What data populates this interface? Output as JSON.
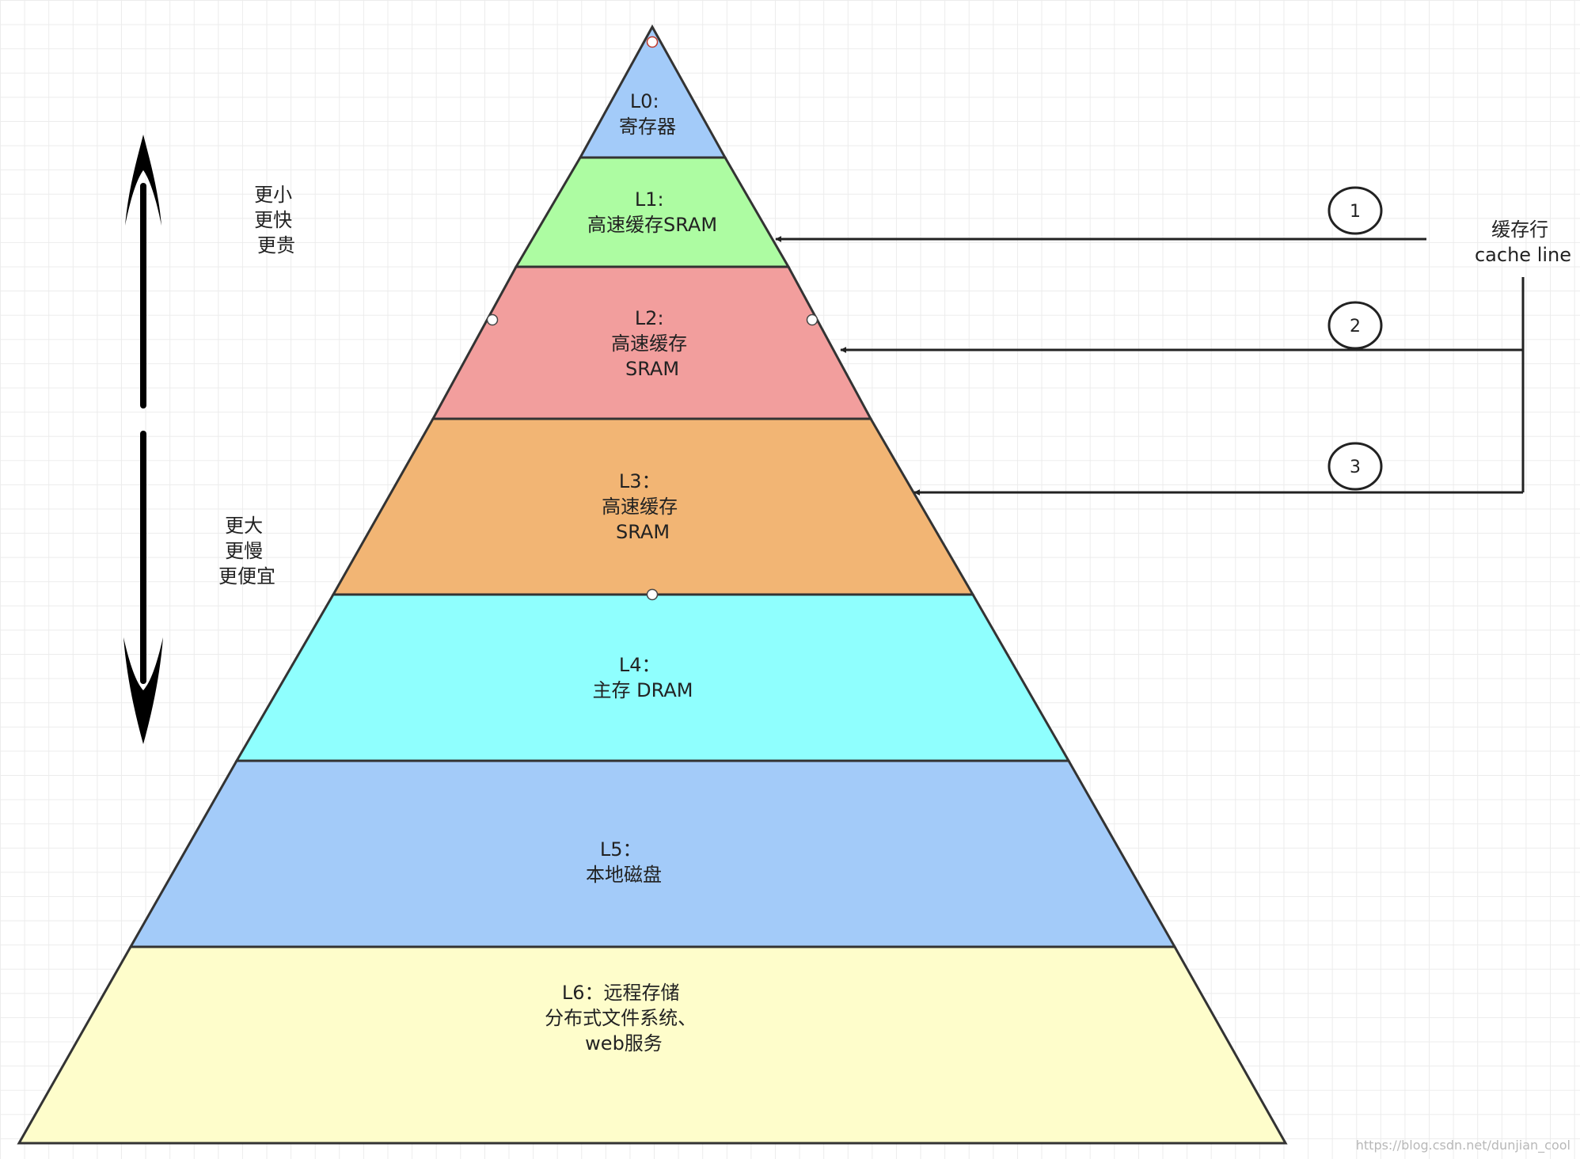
{
  "levels": [
    {
      "lines": [
        "L0:",
        "寄存器"
      ],
      "color": "#a3cbf9"
    },
    {
      "lines": [
        "L1:",
        "高速缓存SRAM"
      ],
      "color": "#adfca2"
    },
    {
      "lines": [
        "L2:",
        "高速缓存",
        "SRAM"
      ],
      "color": "#f29e9d"
    },
    {
      "lines": [
        "L3：",
        "高速缓存",
        "SRAM"
      ],
      "color": "#f2b574"
    },
    {
      "lines": [
        "L4：",
        "主存 DRAM"
      ],
      "color": "#8ffffe"
    },
    {
      "lines": [
        "L5：",
        "本地磁盘"
      ],
      "color": "#a3cbf9"
    },
    {
      "lines": [
        "L6：远程存储",
        "分布式文件系统、",
        "web服务"
      ],
      "color": "#fefdcb"
    }
  ],
  "up_label": [
    "更小",
    "更快",
    "更贵"
  ],
  "down_label": [
    "更大",
    "更慢",
    "更便宜"
  ],
  "cache_line": {
    "title": "缓存行",
    "subtitle": "cache line"
  },
  "markers": [
    "1",
    "2",
    "3"
  ],
  "watermark": "https://blog.csdn.net/dunjian_cool"
}
